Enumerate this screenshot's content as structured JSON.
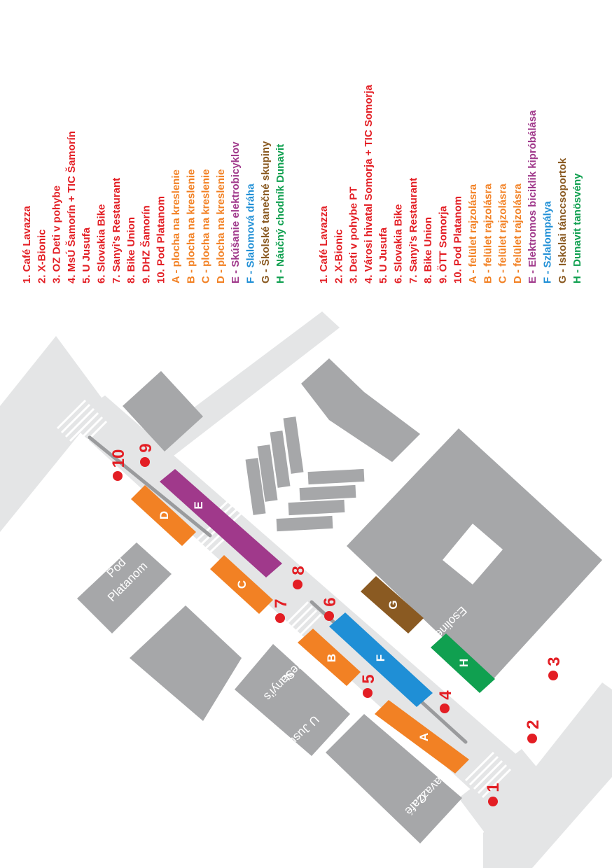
{
  "colors": {
    "red": "#e31e24",
    "orange": "#f28124",
    "purple": "#a0398b",
    "blue": "#1f8fd6",
    "brown": "#8a5a22",
    "green": "#10a050",
    "building": "#a6a7a9",
    "road": "#e4e5e6"
  },
  "legend_sk": [
    {
      "text": "1. Café Lavazza",
      "color": "red"
    },
    {
      "text": "2. X-Bionic",
      "color": "red"
    },
    {
      "text": "3. OZ Deti v pohybe",
      "color": "red"
    },
    {
      "text": "4. MsÚ Šamorín + TIC Šamorín",
      "color": "red"
    },
    {
      "text": "5. U Jusufa",
      "color": "red"
    },
    {
      "text": "6. Slovakia Bike",
      "color": "red"
    },
    {
      "text": "7. Sanyi's Restaurant",
      "color": "red"
    },
    {
      "text": "8. Bike Union",
      "color": "red"
    },
    {
      "text": "9. DHZ Šamorín",
      "color": "red"
    },
    {
      "text": "10. Pod Platanom",
      "color": "red"
    },
    {
      "text": "A - plocha na kreslenie",
      "color": "orange"
    },
    {
      "text": "B - plocha na kreslenie",
      "color": "orange"
    },
    {
      "text": "C - plocha na kreslenie",
      "color": "orange"
    },
    {
      "text": "D - plocha na kreslenie",
      "color": "orange"
    },
    {
      "text": "E - Skúšanie elektrobicyklov",
      "color": "purple"
    },
    {
      "text": "F - Slalomová dráha",
      "color": "blue"
    },
    {
      "text": "G - Školské tanečné skupiny",
      "color": "brown"
    },
    {
      "text": "H - Náučný chodník Dunavit",
      "color": "green"
    }
  ],
  "legend_hu": [
    {
      "text": "1. Café Lavazza",
      "color": "red"
    },
    {
      "text": "2. X-Bionic",
      "color": "red"
    },
    {
      "text": "3. Deti v pohybe PT",
      "color": "red"
    },
    {
      "text": "4. Városi hivatal Somorja + TIC Somorja",
      "color": "red"
    },
    {
      "text": "5. U Jusufa",
      "color": "red"
    },
    {
      "text": "6. Slovakia Bike",
      "color": "red"
    },
    {
      "text": "7. Sanyi's Restaurant",
      "color": "red"
    },
    {
      "text": "8. Bike Union",
      "color": "red"
    },
    {
      "text": "9. ÖTT Somorja",
      "color": "red"
    },
    {
      "text": "10. Pod Platanom",
      "color": "red"
    },
    {
      "text": "A - felület rajzolásra",
      "color": "orange"
    },
    {
      "text": "B - felület rajzolásra",
      "color": "orange"
    },
    {
      "text": "C - felület rajzolásra",
      "color": "orange"
    },
    {
      "text": "D - felület rajzolásra",
      "color": "orange"
    },
    {
      "text": "E - Elektromos biciklik kipróbálása",
      "color": "purple"
    },
    {
      "text": "F - Szlalompálya",
      "color": "blue"
    },
    {
      "text": "G - Iskolai tánccsoportok",
      "color": "brown"
    },
    {
      "text": "H - Dunavit tanösvény",
      "color": "green"
    }
  ],
  "map": {
    "buildings": {
      "pod_platanom_line1": "Pod",
      "pod_platanom_line2": "Platanom",
      "sanyis_line1": "Sanyi's",
      "sanyis_line2": "Rest.",
      "u_jusufa": "U Jusufa",
      "cafe_line1": "Café",
      "cafe_line2": "Lavazza",
      "esoline": "Esoline"
    },
    "points": [
      {
        "label": "1"
      },
      {
        "label": "2"
      },
      {
        "label": "3"
      },
      {
        "label": "4"
      },
      {
        "label": "5"
      },
      {
        "label": "6"
      },
      {
        "label": "7"
      },
      {
        "label": "8"
      },
      {
        "label": "9"
      },
      {
        "label": "10"
      }
    ],
    "zones": {
      "A": "A",
      "B": "B",
      "C": "C",
      "D": "D",
      "E": "E",
      "F": "F",
      "G": "G",
      "H": "H"
    }
  }
}
